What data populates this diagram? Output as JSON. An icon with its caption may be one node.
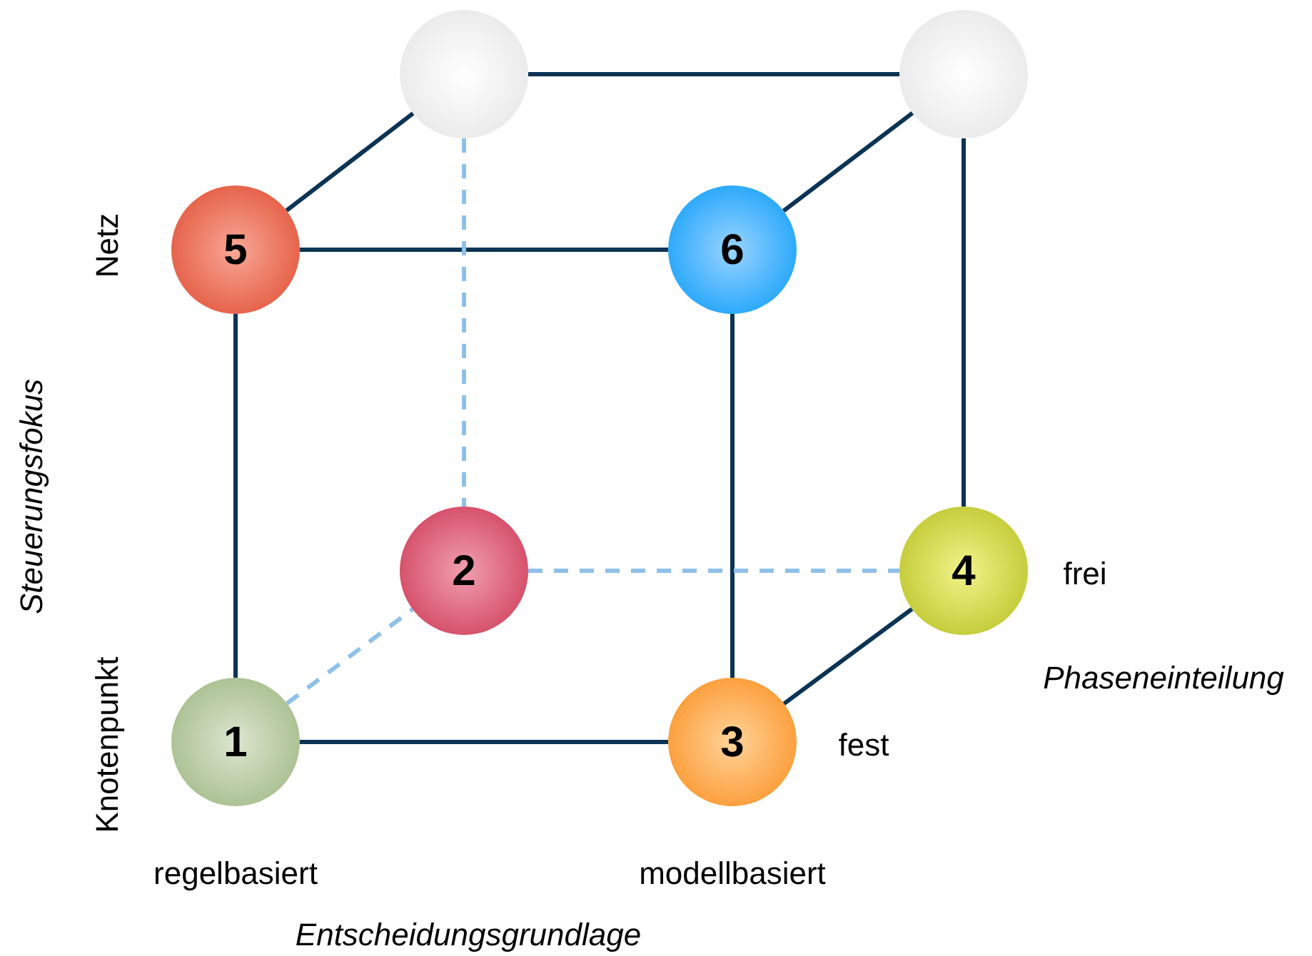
{
  "diagram": {
    "nodes": [
      {
        "text": [],
        "shape": "circle"
      },
      {
        "text": [],
        "shape": "circle"
      },
      {
        "text": [
          "5"
        ]
      },
      {
        "text": [
          "6"
        ]
      },
      {
        "text": [
          "2"
        ]
      },
      {
        "text": [
          "4"
        ]
      },
      {
        "text": [
          "1"
        ]
      },
      {
        "text": [
          "3"
        ]
      }
    ],
    "edges": [
      {
        "from": 0,
        "to": 1,
        "arrow": "none"
      },
      {
        "from": 2,
        "to": 0,
        "arrow": "none"
      },
      {
        "from": 3,
        "to": 1,
        "arrow": "none"
      },
      {
        "from": 2,
        "to": 3,
        "arrow": "none"
      },
      {
        "from": 2,
        "to": 6,
        "arrow": "none"
      },
      {
        "from": 3,
        "to": 7,
        "arrow": "none"
      },
      {
        "from": 1,
        "to": 5,
        "arrow": "none"
      },
      {
        "from": 6,
        "to": 7,
        "arrow": "none"
      },
      {
        "from": 7,
        "to": 5,
        "arrow": "none"
      },
      {
        "from": 0,
        "to": 4,
        "arrow": "none",
        "style": "dashed",
        "color": "#8fc0e8"
      },
      {
        "from": 4,
        "to": 5,
        "arrow": "none",
        "style": "dashed",
        "color": "#8fc0e8"
      },
      {
        "from": 6,
        "to": 4,
        "arrow": "none",
        "style": "dashed",
        "color": "#8fc0e8"
      }
    ],
    "labels": [
      "Netz",
      "Steuerungsfokus",
      "Knotenpunkt",
      "frei",
      "Phaseneinteilung",
      "fest",
      "regelbasiert",
      "modellbasiert",
      "Entscheidungsgrundlage"
    ]
  }
}
